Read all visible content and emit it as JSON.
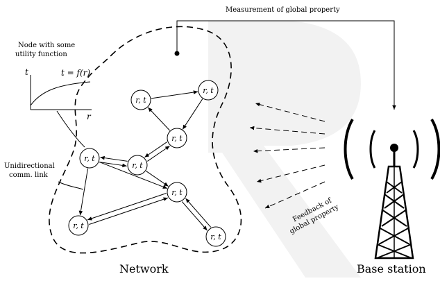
{
  "labels": {
    "measurement": "Measurement of global property",
    "node_caption_line1": "Node with some",
    "node_caption_line2": "utility function",
    "axis_t": "t",
    "axis_r": "r",
    "utility_formula": "t = f(r)",
    "link_caption_line1": "Unidirectional",
    "link_caption_line2": "comm. link",
    "feedback_line1": "Feedback of",
    "feedback_line2": "global property",
    "network": "Network",
    "base_station": "Base station"
  },
  "nodes": [
    {
      "id": "n1",
      "label": "r, t"
    },
    {
      "id": "n2",
      "label": "r, t"
    },
    {
      "id": "n3",
      "label": "r, t"
    },
    {
      "id": "n4",
      "label": "r, t"
    },
    {
      "id": "n5",
      "label": "r, t"
    },
    {
      "id": "n6",
      "label": "r, t"
    },
    {
      "id": "n7",
      "label": "r, t"
    },
    {
      "id": "n8",
      "label": "r, t"
    }
  ],
  "edges": [
    {
      "from": "n1",
      "to": "n2"
    },
    {
      "from": "n3",
      "to": "n1"
    },
    {
      "from": "n2",
      "to": "n3"
    },
    {
      "from": "n3",
      "to": "n4"
    },
    {
      "from": "n4",
      "to": "n3"
    },
    {
      "from": "n5",
      "to": "n4"
    },
    {
      "from": "n4",
      "to": "n5"
    },
    {
      "from": "n5",
      "to": "n6"
    },
    {
      "from": "n4",
      "to": "n6"
    },
    {
      "from": "n6",
      "to": "n7"
    },
    {
      "from": "n5",
      "to": "n7"
    },
    {
      "from": "n7",
      "to": "n6"
    },
    {
      "from": "n6",
      "to": "n8"
    },
    {
      "from": "n8",
      "to": "n6"
    }
  ]
}
